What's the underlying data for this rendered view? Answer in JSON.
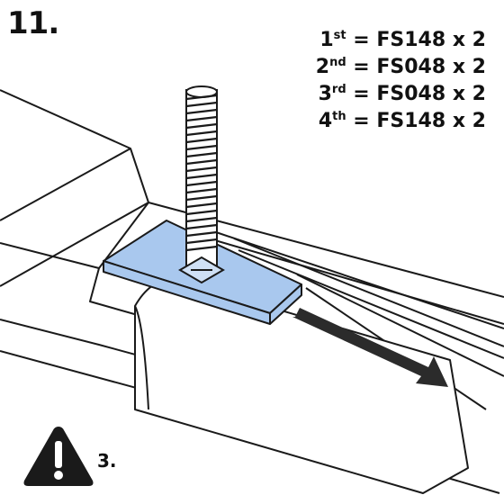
{
  "step": {
    "number": "11."
  },
  "parts": [
    {
      "ordinal": "1",
      "suffix": "st",
      "rest": " = FS148 x 2"
    },
    {
      "ordinal": "2",
      "suffix": "nd",
      "rest": " = FS048 x 2"
    },
    {
      "ordinal": "3",
      "suffix": "rd",
      "rest": " = FS048 x 2"
    },
    {
      "ordinal": "4",
      "suffix": "th",
      "rest": " = FS148 x 2"
    }
  ],
  "warning": {
    "reference": "3.",
    "icon": "warning-triangle-icon"
  },
  "colors": {
    "plate": "#a9c8ee",
    "arrow": "#2b2b2b",
    "line": "#1a1a1a"
  }
}
